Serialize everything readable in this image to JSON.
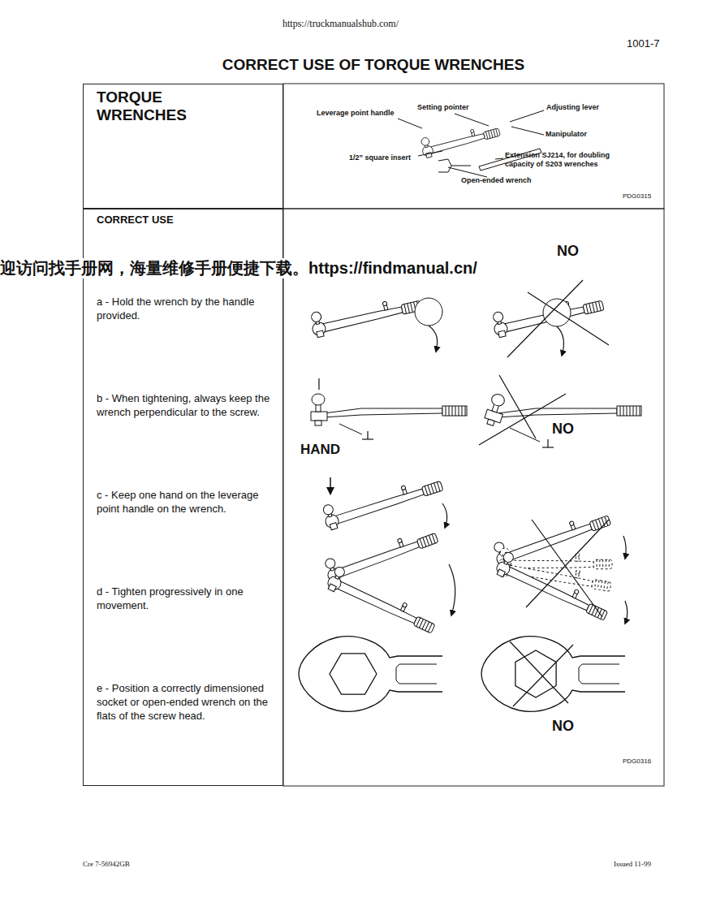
{
  "diagram": {
    "title": "CORRECT USE OF TORQUE WRENCHES",
    "nodes": [
      {
        "text": [
          "TORQUE WRENCHES"
        ]
      },
      {
        "text": [
          "CORRECT USE",
          "a - Hold the wrench by the handle provided.",
          "b - When tightening, always keep the wrench perpendicular to the screw.",
          "c - Keep one hand on the leverage point handle on the wrench.",
          "d - Tighten progressively in one movement.",
          "e - Position a correctly dimensioned socket or open-ended wrench on the flats of the screw head."
        ]
      }
    ],
    "labels": [
      "https://truckmanualshub.com/",
      "1001-7",
      "迎访问找手册网，海量维修手册便捷下载。https://findmanual.cn/",
      "Leverage point handle",
      "Setting pointer",
      "Adjusting lever",
      "Manipulator",
      "1/2” square insert",
      "Extension SJ214, for doubling capacity of S203 wrenches",
      "Open-ended wrench",
      "PDG0315",
      "NO",
      "HAND",
      "NO",
      "NO",
      "PDG0316",
      "Cre 7-56942GB",
      "Issued 11-99"
    ]
  }
}
